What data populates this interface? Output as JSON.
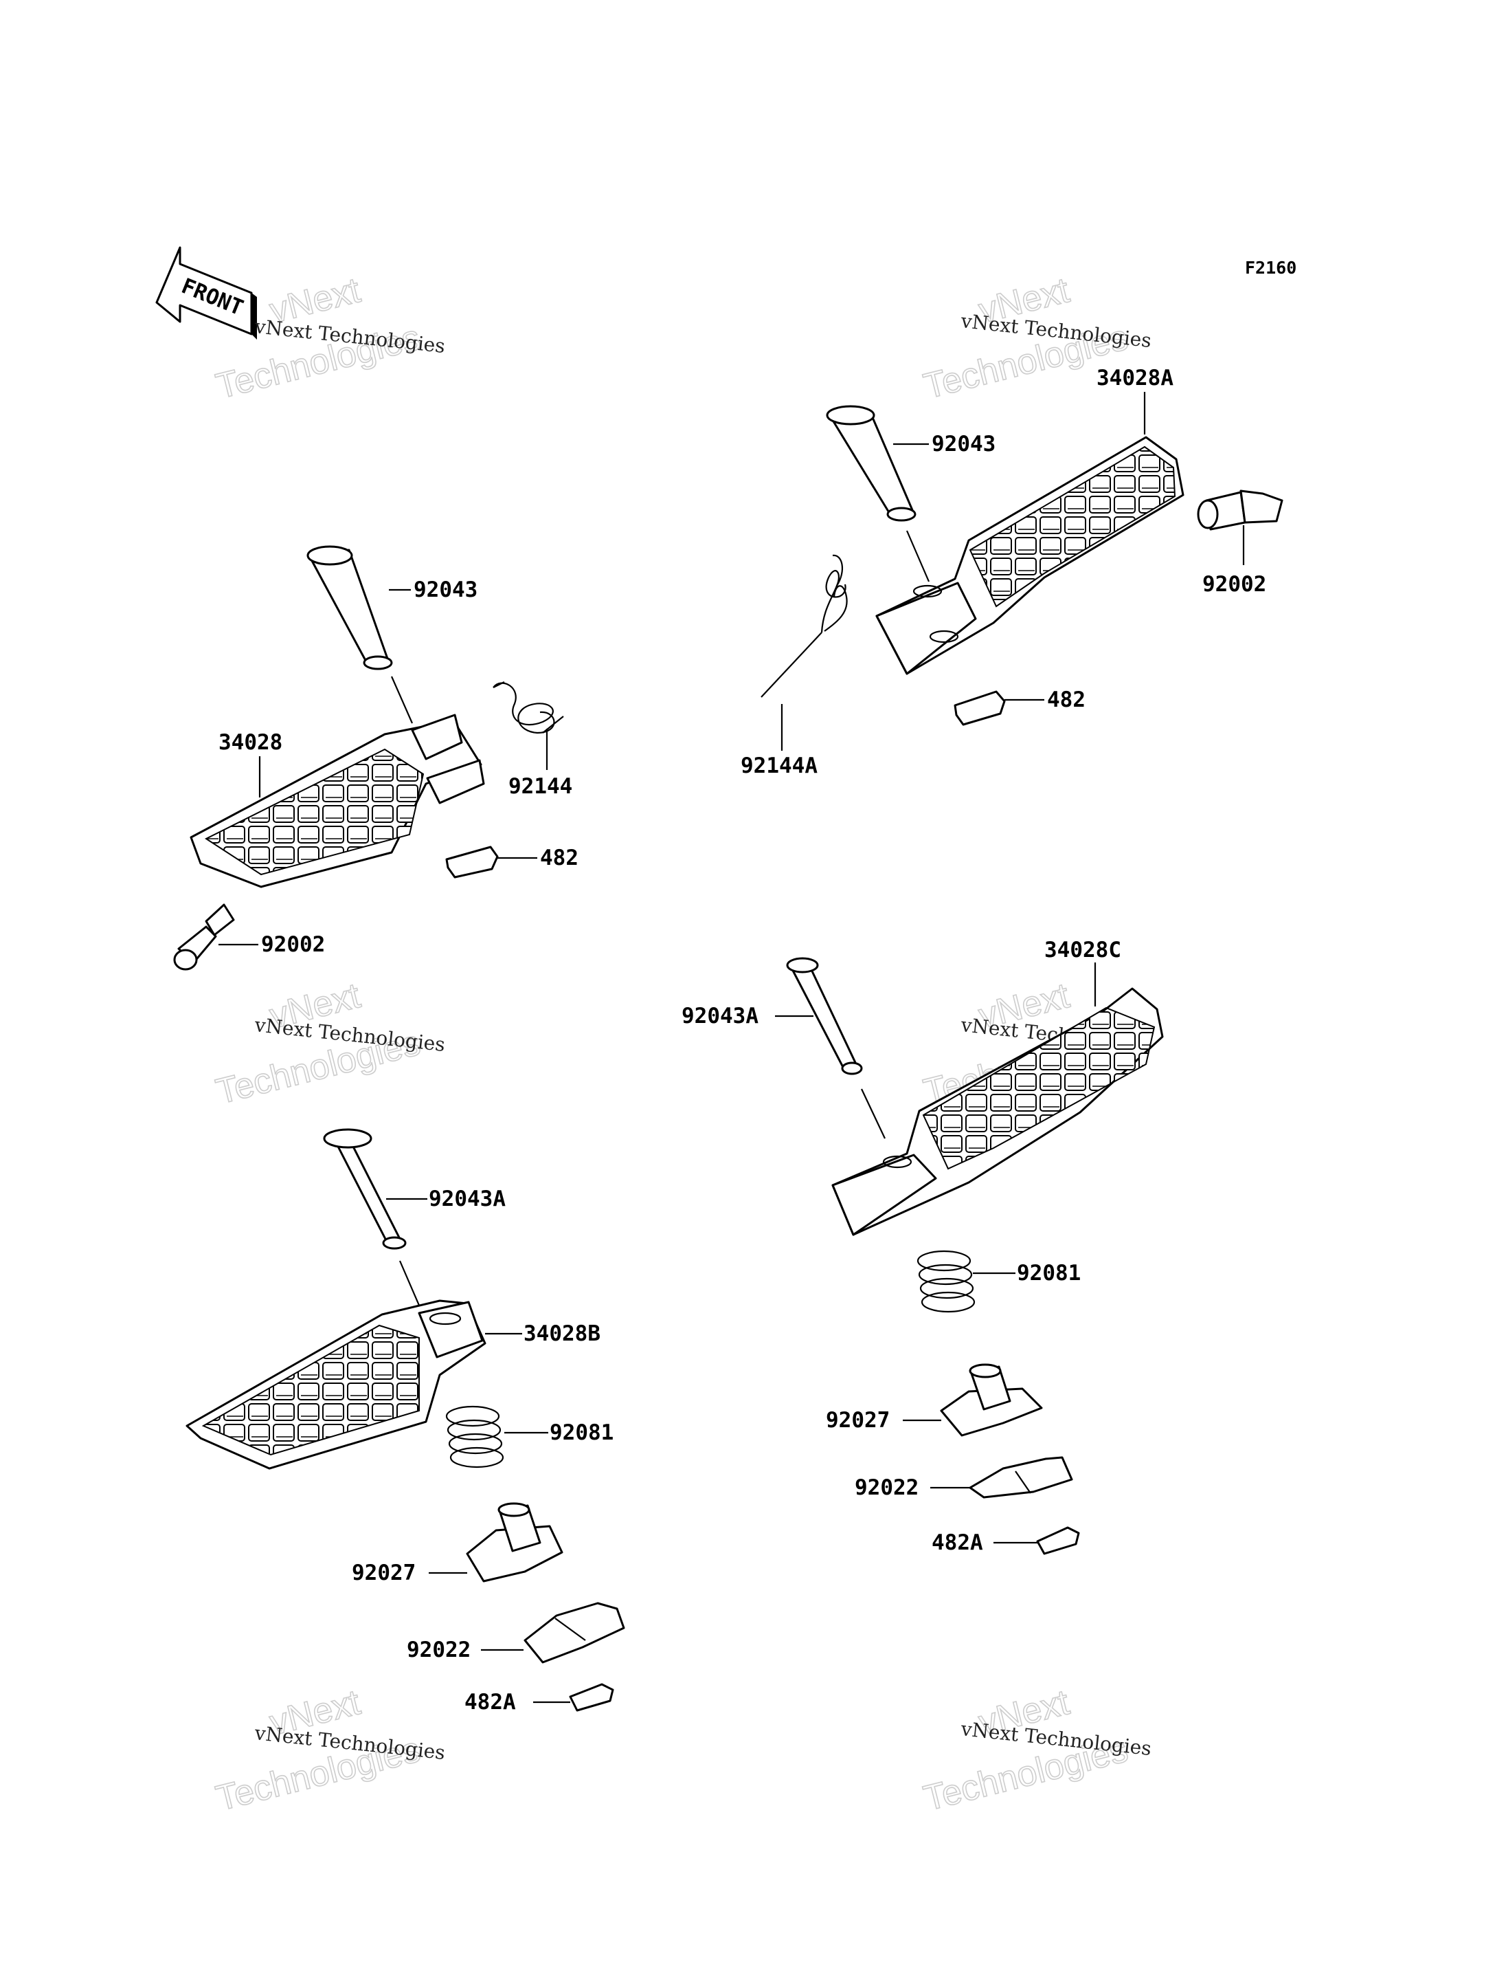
{
  "diagram": {
    "code": "F2160",
    "front_label": "FRONT",
    "watermark": {
      "line_small": "vNext Technologies",
      "line_big_1": "vNext",
      "line_big_2": "Technologies"
    },
    "groups": [
      {
        "name": "left-upper-footpeg",
        "parts": [
          {
            "id": "p1",
            "label": "92043"
          },
          {
            "id": "p2",
            "label": "92144"
          },
          {
            "id": "p3",
            "label": "34028"
          },
          {
            "id": "p4",
            "label": "482"
          },
          {
            "id": "p5",
            "label": "92002"
          }
        ]
      },
      {
        "name": "right-upper-footpeg",
        "parts": [
          {
            "id": "p6",
            "label": "34028A"
          },
          {
            "id": "p7",
            "label": "92043"
          },
          {
            "id": "p8",
            "label": "92002"
          },
          {
            "id": "p9",
            "label": "482"
          },
          {
            "id": "p10",
            "label": "92144A"
          }
        ]
      },
      {
        "name": "left-lower-footpeg",
        "parts": [
          {
            "id": "p11",
            "label": "92043A"
          },
          {
            "id": "p12",
            "label": "34028B"
          },
          {
            "id": "p13",
            "label": "92081"
          },
          {
            "id": "p14",
            "label": "92027"
          },
          {
            "id": "p15",
            "label": "92022"
          },
          {
            "id": "p16",
            "label": "482A"
          }
        ]
      },
      {
        "name": "right-lower-footpeg",
        "parts": [
          {
            "id": "p17",
            "label": "34028C"
          },
          {
            "id": "p18",
            "label": "92043A"
          },
          {
            "id": "p19",
            "label": "92081"
          },
          {
            "id": "p20",
            "label": "92027"
          },
          {
            "id": "p21",
            "label": "92022"
          },
          {
            "id": "p22",
            "label": "482A"
          }
        ]
      }
    ]
  }
}
